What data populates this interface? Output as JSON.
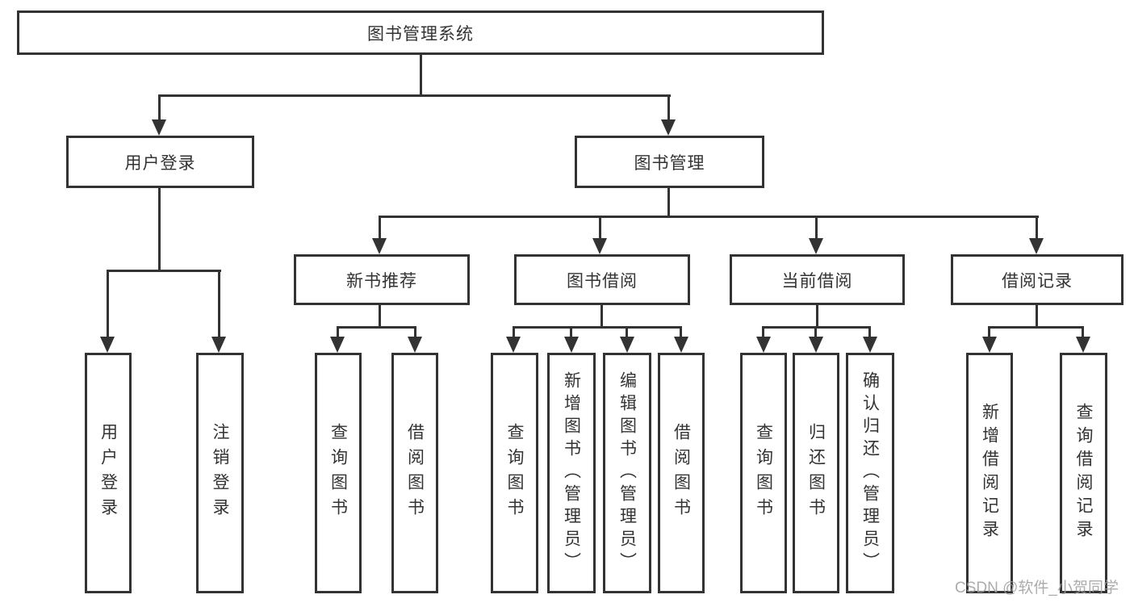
{
  "diagram": {
    "title": "图书管理系统",
    "colors": {
      "line": "#333333",
      "text": "#333333",
      "box_background": "#ffffff",
      "watermark": "#9e9e9e"
    },
    "nodes": {
      "root": "图书管理系统",
      "user_login": "用户登录",
      "book_management": "图书管理",
      "new_book_recommend": "新书推荐",
      "book_borrow": "图书借阅",
      "current_borrow": "当前借阅",
      "borrow_record": "借阅记录",
      "login_user_login": "用户登录",
      "login_logout": "注销登录",
      "recommend_query_book": "查询图书",
      "recommend_borrow_book": "借阅图书",
      "borrow_query_book": "查询图书",
      "borrow_add_book": "新增图书（管理员）",
      "borrow_edit_book": "编辑图书（管理员）",
      "borrow_borrow_book": "借阅图书",
      "current_query_book": "查询图书",
      "current_return_book": "归还图书",
      "current_confirm_return": "确认归还（管理员）",
      "record_add_record": "新增借阅记录",
      "record_query_record": "查询借阅记录"
    },
    "watermark": "CSDN @软件_小贺同学"
  }
}
